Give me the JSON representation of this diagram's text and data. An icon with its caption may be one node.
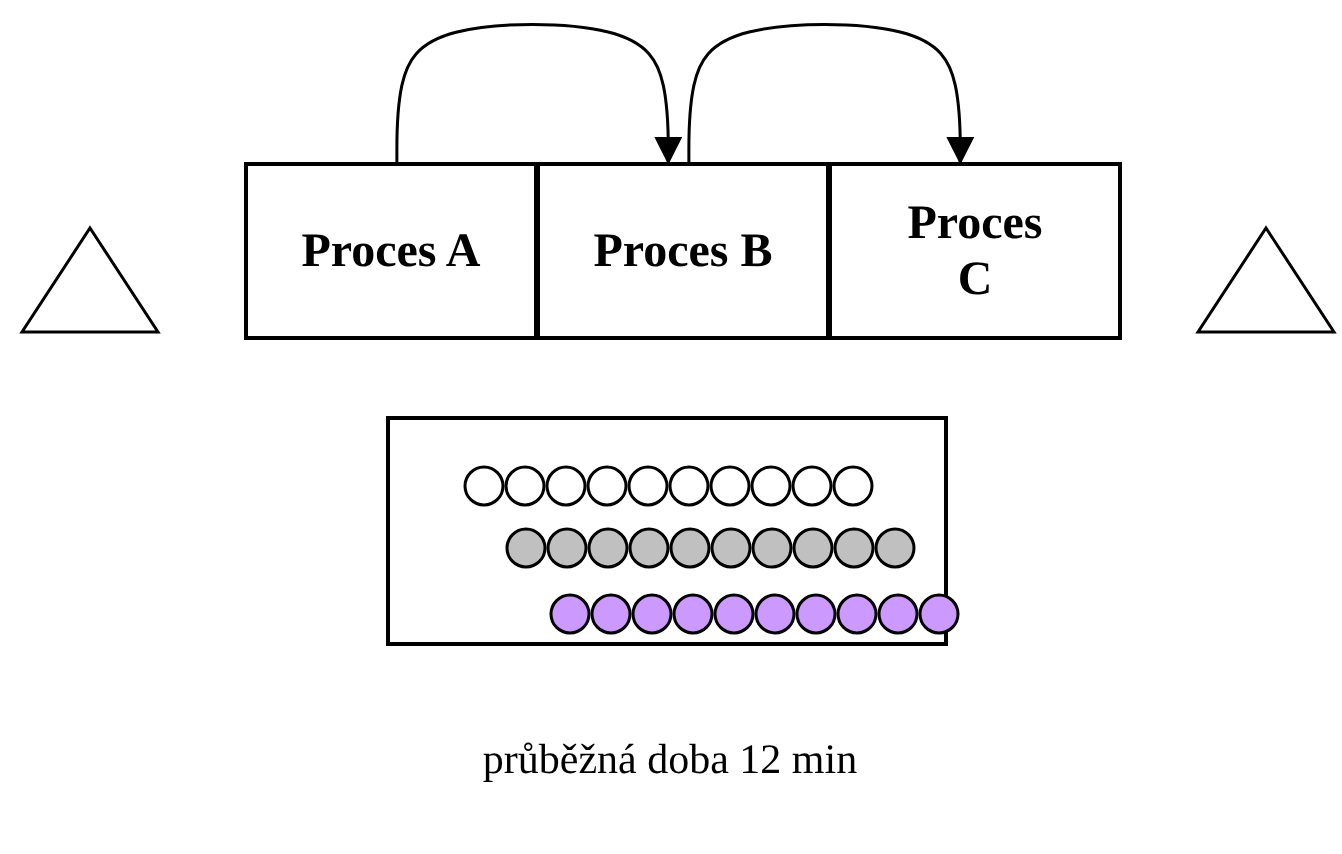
{
  "diagram": {
    "nodes": [
      {
        "text": [],
        "shape": "triangle"
      },
      {
        "text": [
          "Proces A"
        ]
      },
      {
        "text": [
          "Proces B"
        ]
      },
      {
        "text": [
          "Proces C"
        ]
      },
      {
        "text": [],
        "shape": "triangle"
      },
      {
        "text": [],
        "shape": "box"
      }
    ],
    "edges": [
      {
        "from": 1,
        "to": 2,
        "arrow": "to"
      },
      {
        "from": 2,
        "to": 3,
        "arrow": "to"
      }
    ],
    "labels": [
      "průběžná doba 12 min"
    ]
  }
}
